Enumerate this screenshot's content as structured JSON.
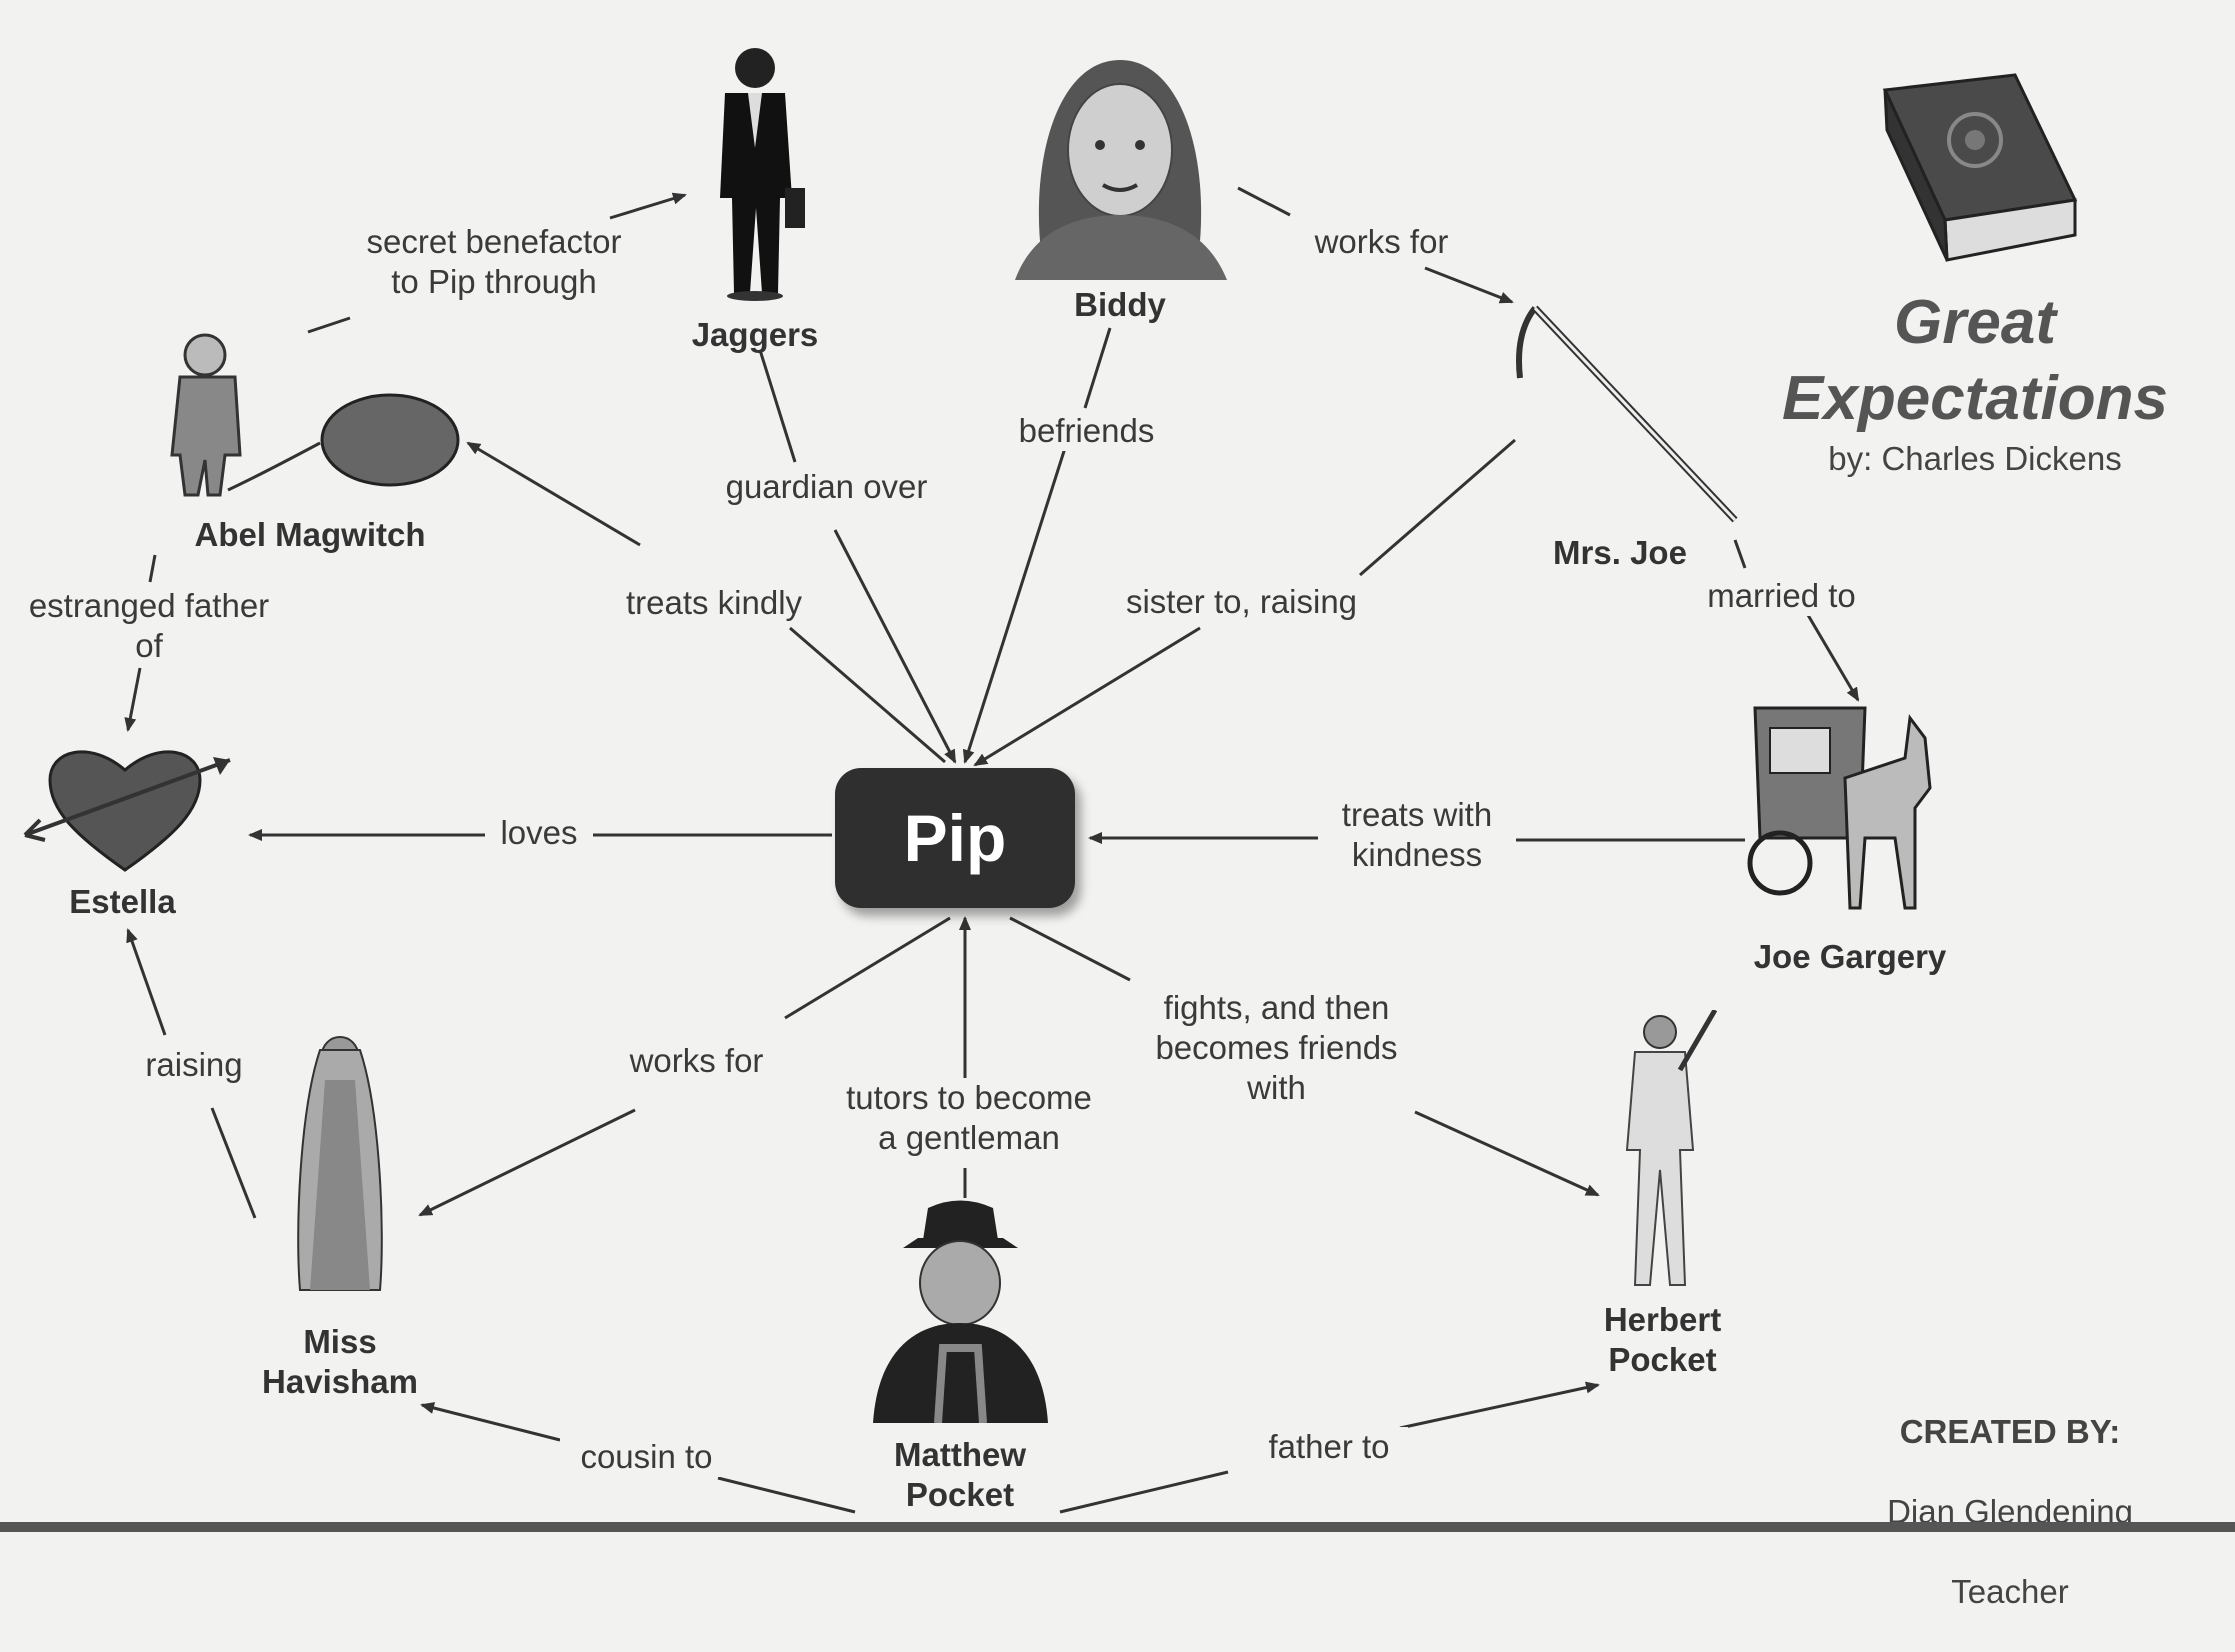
{
  "title": "Great\nExpectations",
  "author": "by: Charles Dickens",
  "credit": {
    "heading": "CREATED BY:",
    "name": "Dian Glendening",
    "role": "Teacher"
  },
  "central_node": "Pip",
  "characters": {
    "jaggers": "Jaggers",
    "biddy": "Biddy",
    "abel": "Abel Magwitch",
    "mrs_joe": "Mrs. Joe",
    "estella": "Estella",
    "joe": "Joe Gargery",
    "havisham": "Miss\nHavisham",
    "matthew": "Matthew\nPocket",
    "herbert": "Herbert\nPocket"
  },
  "relations": {
    "secret_benefactor": "secret benefactor\nto Pip through",
    "works_for_biddy": "works for",
    "guardian_over": "guardian over",
    "befriends": "befriends",
    "treats_kindly": "treats kindly",
    "sister_to": "sister to, raising",
    "married_to": "married to",
    "estranged": "estranged father\nof",
    "loves": "loves",
    "treats_kindness": "treats with\nkindness",
    "raising": "raising",
    "works_for_pip": "works for",
    "tutors": "tutors to become\na gentleman",
    "fights": "fights, and then\nbecomes friends\nwith",
    "cousin_to": "cousin to",
    "father_to": "father to"
  },
  "icons": [
    "businessman-icon",
    "woman-portrait-icon",
    "book-icon",
    "convict-ball-chain-icon",
    "cane-icon",
    "heart-arrow-icon",
    "horse-carriage-icon",
    "bride-icon",
    "old-man-icon",
    "batter-icon"
  ]
}
